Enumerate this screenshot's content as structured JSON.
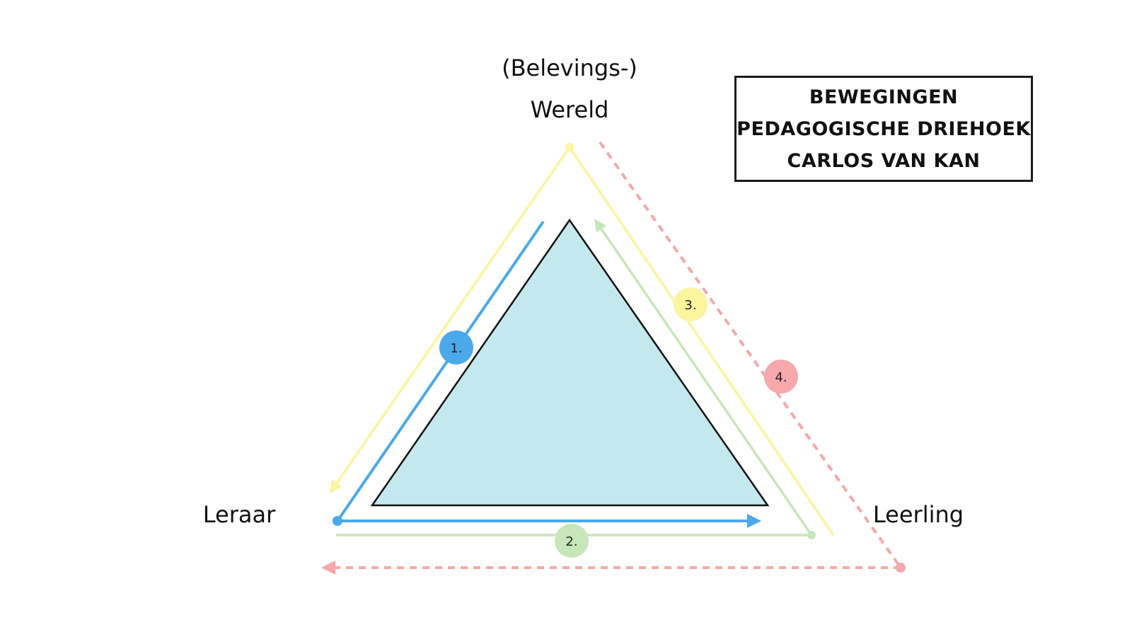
{
  "title": {
    "lines": [
      "BEWEGINGEN",
      "PEDAGOGISCHE DRIEHOEK",
      "CARLOS VAN KAN"
    ]
  },
  "vertices": {
    "top_line1": "(Belevings-)",
    "top_line2": "Wereld",
    "left": "Leraar",
    "right": "Leerling"
  },
  "movements": [
    {
      "label": "1.",
      "color": "#4ba9ea"
    },
    {
      "label": "2.",
      "color": "#c7e6b9"
    },
    {
      "label": "3.",
      "color": "#fbf59e"
    },
    {
      "label": "4.",
      "color": "#f6a8ab"
    }
  ],
  "colors": {
    "triangle_fill": "#c3e9ef",
    "triangle_stroke": "#111111",
    "blue": "#4ba9ea",
    "green": "#c7e6b9",
    "yellow": "#fbf59e",
    "red": "#f6a8ab"
  }
}
